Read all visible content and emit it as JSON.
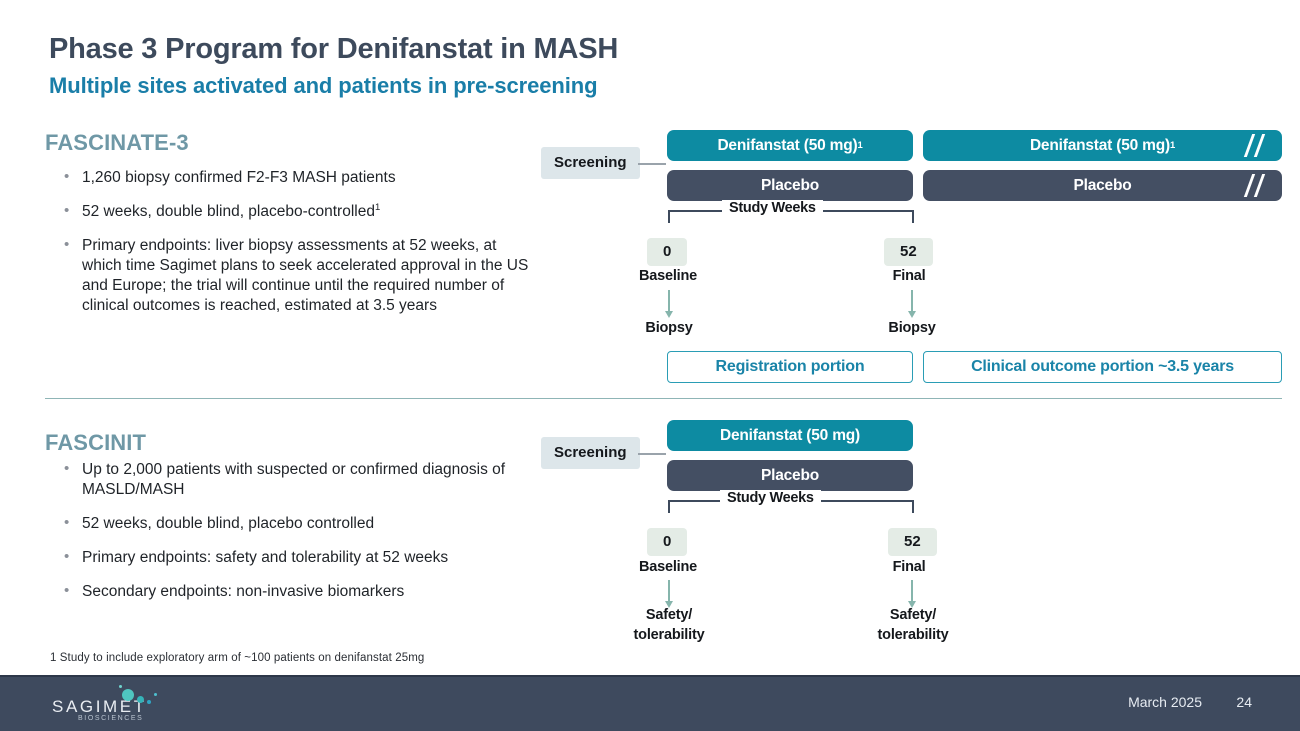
{
  "header": {
    "title": "Phase 3 Program for Denifanstat in MASH",
    "subtitle": "Multiple sites activated and patients in pre-screening"
  },
  "sections": [
    {
      "heading": "FASCINATE-3",
      "bullets": [
        "1,260 biopsy confirmed F2-F3 MASH patients",
        "52 weeks, double blind, placebo-controlled",
        "Primary endpoints: liver biopsy assessments at 52 weeks, at which time Sagimet plans to seek accelerated approval in the US and Europe; the trial will continue until the required number of clinical outcomes is reached, estimated at 3.5 years"
      ],
      "bullet_superscripts": [
        "",
        "1",
        ""
      ],
      "diagram": {
        "screening_label": "Screening",
        "arms_left": {
          "treatment": "Denifanstat (50 mg)",
          "treatment_superscript": "1",
          "placebo": "Placebo"
        },
        "arms_right": {
          "treatment": "Denifanstat (50 mg)",
          "treatment_superscript": "1",
          "placebo": "Placebo",
          "has_break_marks": true
        },
        "axis_label": "Study Weeks",
        "week_start": "0",
        "week_end": "52",
        "start_label": "Baseline",
        "end_label": "Final",
        "start_outcome": "Biopsy",
        "end_outcome": "Biopsy",
        "portions": [
          "Registration portion",
          "Clinical outcome portion ~3.5 years"
        ]
      }
    },
    {
      "heading": "FASCINIT",
      "bullets": [
        "Up to 2,000 patients with suspected or confirmed diagnosis of MASLD/MASH",
        "52 weeks, double blind, placebo controlled",
        "Primary endpoints: safety and tolerability at 52 weeks",
        "Secondary endpoints: non-invasive biomarkers"
      ],
      "diagram": {
        "screening_label": "Screening",
        "arms_left": {
          "treatment": "Denifanstat (50 mg)",
          "treatment_superscript": "",
          "placebo": "Placebo"
        },
        "axis_label": "Study Weeks",
        "week_start": "0",
        "week_end": "52",
        "start_label": "Baseline",
        "end_label": "Final",
        "start_outcome": "Safety/\ntolerability",
        "end_outcome": "Safety/\ntolerability"
      }
    }
  ],
  "footnote": "1 Study to include exploratory arm of ~100 patients on denifanstat 25mg",
  "footer": {
    "logo_word": "SAGIMET",
    "logo_sub": "BIOSCIENCES",
    "date": "March 2025",
    "page": "24"
  },
  "colors": {
    "treatment_bar": "#0d8ba2",
    "placebo_bar": "#444f63",
    "accent_teal": "#1a7ea8",
    "section_heading": "#6f98a6",
    "title_dark": "#3d4a5c",
    "footer_band": "#3e4a5e",
    "chip_screening": "#dde6ea",
    "chip_week": "#e4ece6",
    "arrow_green": "#86b5ac"
  }
}
